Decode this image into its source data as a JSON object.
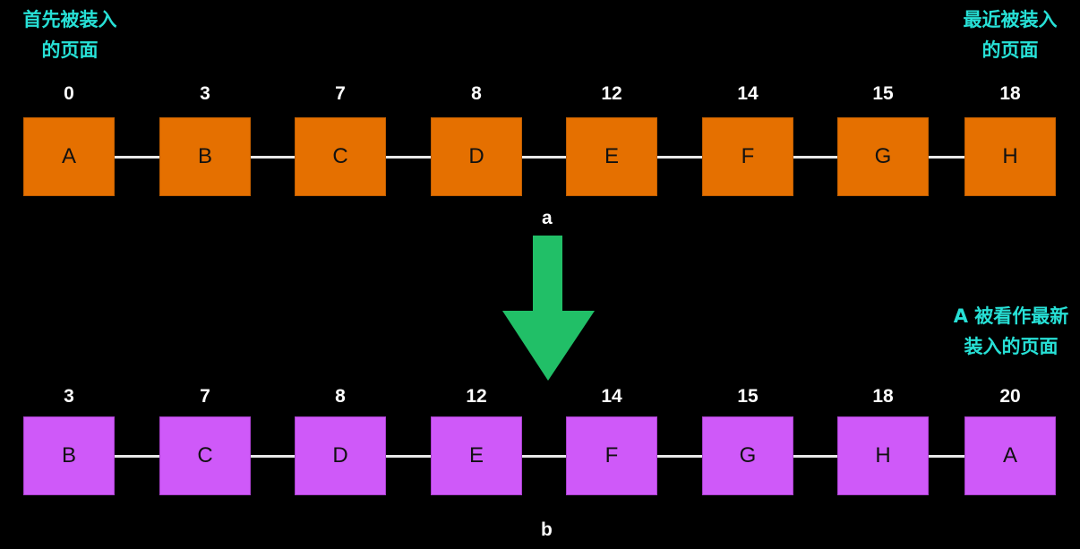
{
  "notes": {
    "first_loaded": [
      "首先被装入",
      "的页面"
    ],
    "last_loaded": [
      "最近被装入",
      "的页面"
    ],
    "a_newest": [
      "A 被看作最新",
      "装入的页面"
    ]
  },
  "labels": {
    "a": "a",
    "b": "b"
  },
  "colors": {
    "row_a": "#e57000",
    "row_b": "#cf59f9",
    "arrow": "#21bf67",
    "note": "#27e0d6"
  },
  "row_a": [
    {
      "page": "A",
      "time": "0"
    },
    {
      "page": "B",
      "time": "3"
    },
    {
      "page": "C",
      "time": "7"
    },
    {
      "page": "D",
      "time": "8"
    },
    {
      "page": "E",
      "time": "12"
    },
    {
      "page": "F",
      "time": "14"
    },
    {
      "page": "G",
      "time": "15"
    },
    {
      "page": "H",
      "time": "18"
    }
  ],
  "row_b": [
    {
      "page": "B",
      "time": "3"
    },
    {
      "page": "C",
      "time": "7"
    },
    {
      "page": "D",
      "time": "8"
    },
    {
      "page": "E",
      "time": "12"
    },
    {
      "page": "F",
      "time": "14"
    },
    {
      "page": "G",
      "time": "15"
    },
    {
      "page": "H",
      "time": "18"
    },
    {
      "page": "A",
      "time": "20"
    }
  ]
}
